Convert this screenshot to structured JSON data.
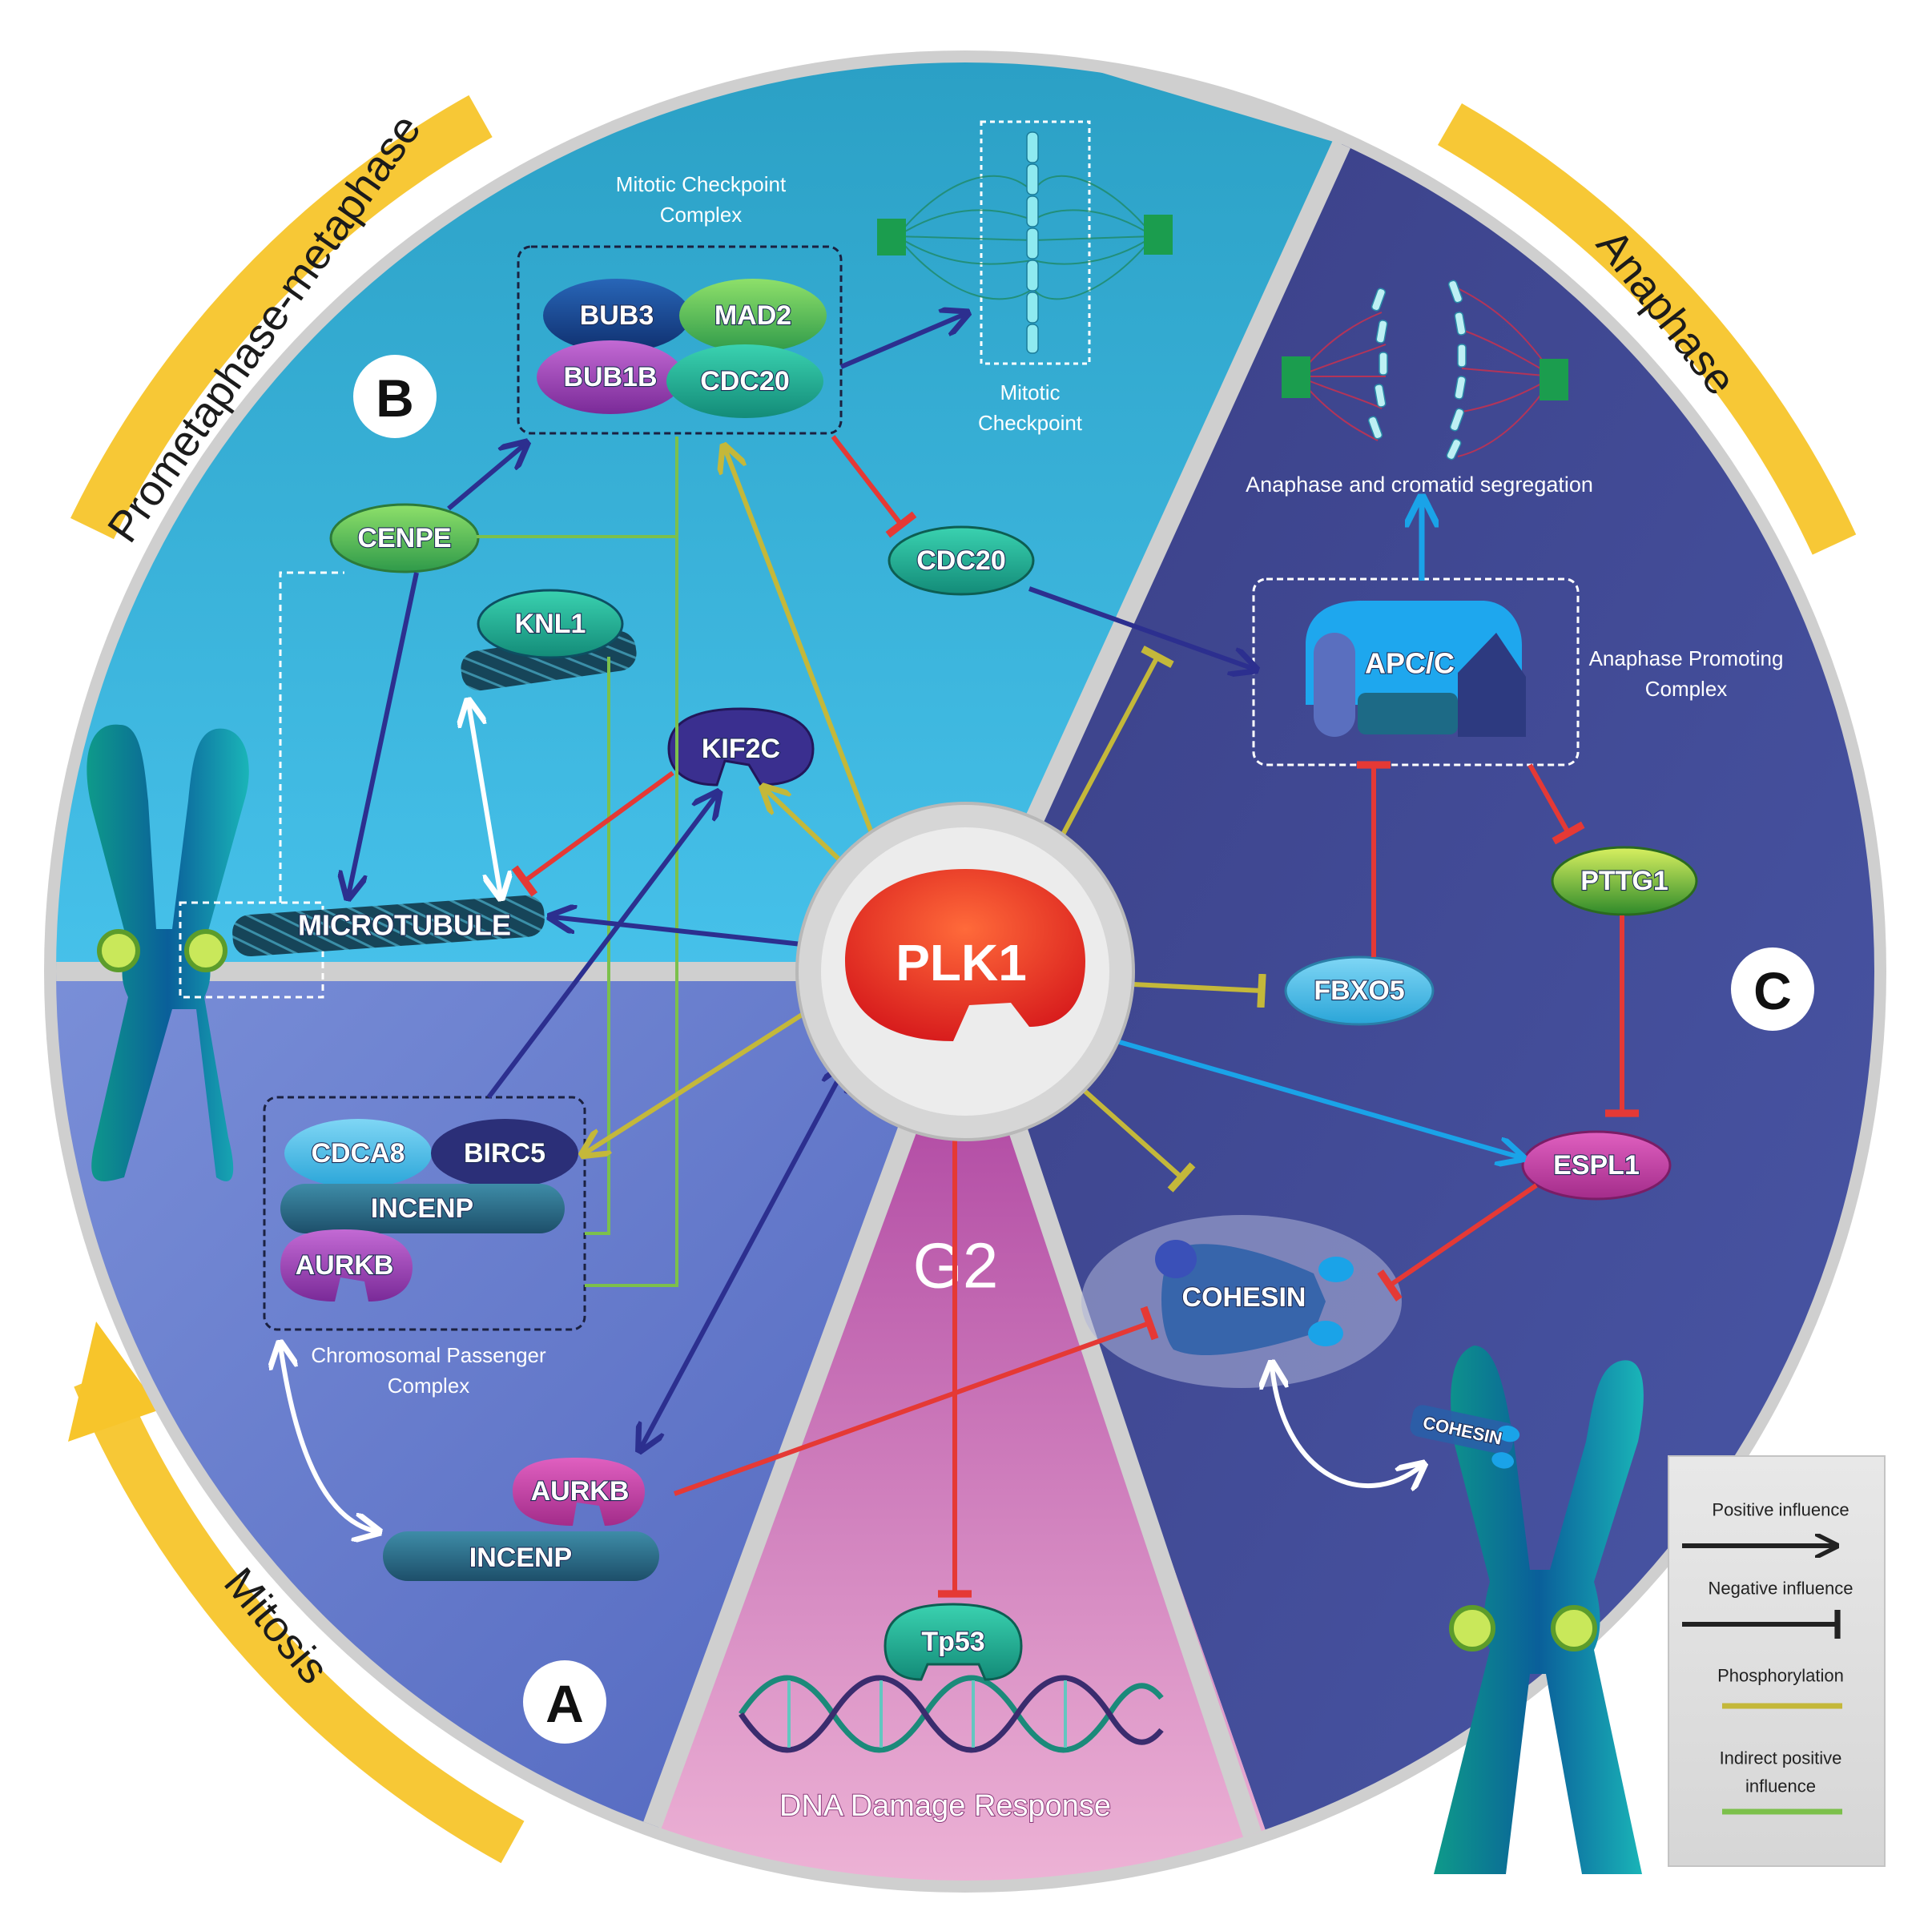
{
  "phases": {
    "prometaphase": "Prometaphase-metaphase",
    "anaphase": "Anaphase",
    "mitosis": "Mitosis",
    "g2": "G2"
  },
  "sections": {
    "a": "A",
    "b": "B",
    "c": "C"
  },
  "center": {
    "label": "PLK1"
  },
  "complexes": {
    "mcc": {
      "title_line1": "Mitotic Checkpoint",
      "title_line2": "Complex",
      "members": [
        "BUB3",
        "MAD2",
        "BUB1B",
        "CDC20"
      ]
    },
    "cpc": {
      "title_line1": "Chromosomal Passenger",
      "title_line2": "Complex",
      "members": [
        "CDCA8",
        "BIRC5",
        "INCENP",
        "AURKB"
      ]
    },
    "apc": {
      "title_line1": "Anaphase Promoting",
      "title_line2": "Complex",
      "member": "APC/C"
    }
  },
  "proteins": {
    "cenpe": "CENPE",
    "knl1": "KNL1",
    "kif2c": "KIF2C",
    "microtubule": "MICROTUBULE",
    "cdc20": "CDC20",
    "aurkb": "AURKB",
    "incenp": "INCENP",
    "fbxo5": "FBXO5",
    "pttg1": "PTTG1",
    "espl1": "ESPL1",
    "cohesin": "COHESIN",
    "cohesin_chrom": "COHESIN",
    "tp53": "Tp53"
  },
  "captions": {
    "mitotic_checkpoint_l1": "Mitotic",
    "mitotic_checkpoint_l2": "Checkpoint",
    "anaphase_seg": "Anaphase and cromatid segregation",
    "dna_damage": "DNA Damage Response"
  },
  "legend": {
    "positive": "Positive influence",
    "negative": "Negative influence",
    "phosphorylation": "Phosphorylation",
    "indirect_l1": "Indirect positive",
    "indirect_l2": "influence"
  },
  "colors": {
    "positive": "#2c2f8f",
    "negative": "#e53935",
    "phosphorylation": "#c4b83a",
    "indirect": "#7cc04b",
    "blue_arrow": "#1aa3e8",
    "phase_bar": "#f7c52b"
  }
}
